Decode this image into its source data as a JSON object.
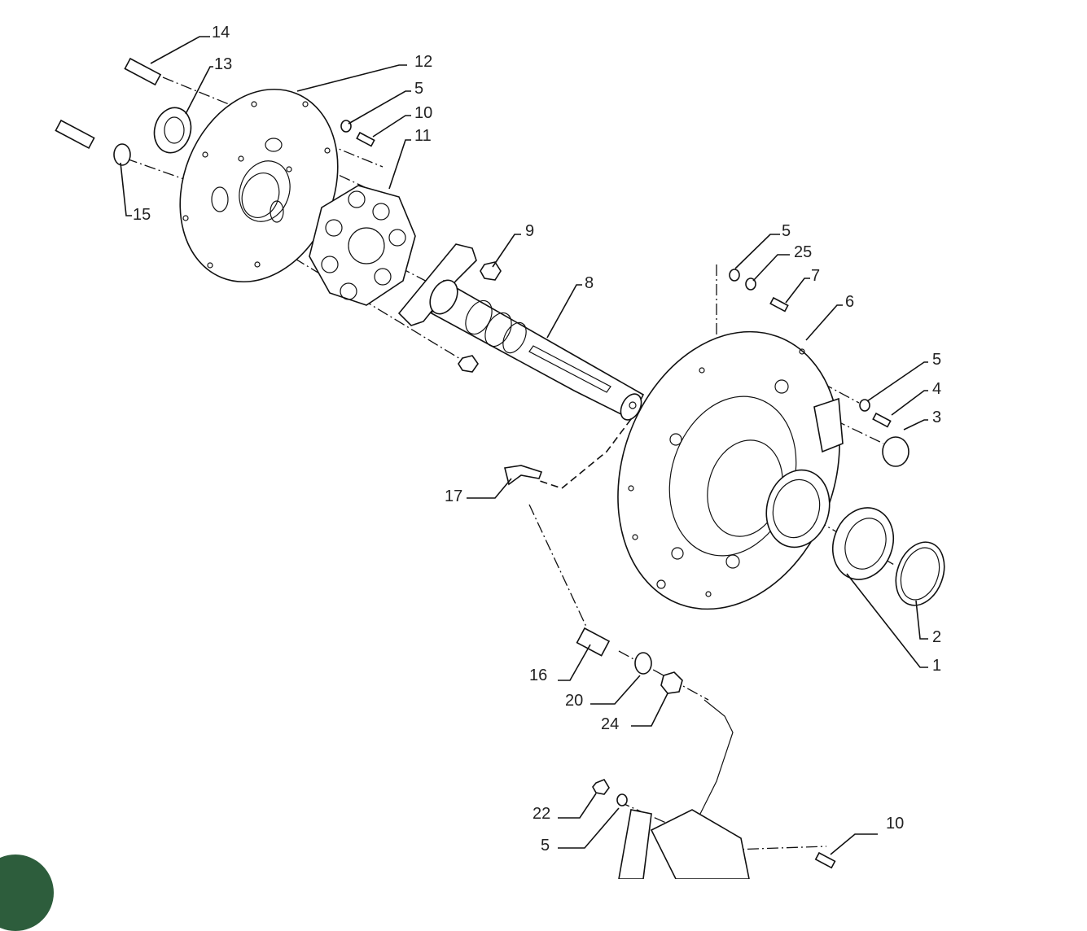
{
  "diagram": {
    "callouts": [
      "14",
      "13",
      "12",
      "5",
      "10",
      "11",
      "15",
      "9",
      "8",
      "5",
      "25",
      "7",
      "6",
      "5",
      "4",
      "3",
      "17",
      "2",
      "1",
      "16",
      "20",
      "24",
      "22",
      "5",
      "10"
    ]
  },
  "colors": {
    "line": "#111111",
    "fab": "#2d5d3c",
    "background": "#ffffff"
  },
  "fab": {
    "icon": "leaf-icon"
  }
}
